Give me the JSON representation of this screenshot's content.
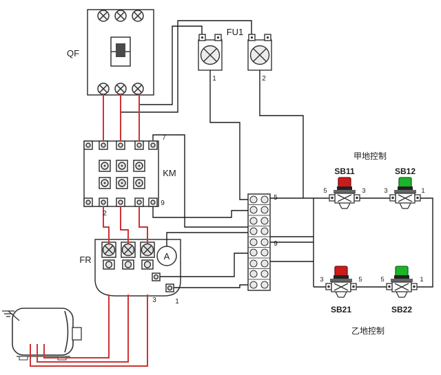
{
  "diagram": {
    "qf_label": "QF",
    "fu1_label": "FU1",
    "fuse1_num": "1",
    "fuse2_num": "2",
    "km_label": "KM",
    "km_num_top": "7",
    "km_num_bottom": "9",
    "km_num_aux": "2",
    "fr_label": "FR",
    "ammeter_label": "A",
    "fr_num_3": "3",
    "fr_num_1": "1",
    "block_num_top": "5",
    "block_num_mid": "9",
    "site_a_label": "甲地控制",
    "site_b_label": "乙地控制"
  },
  "buttons": [
    {
      "label": "SB11",
      "color": "#cc1a1a",
      "num_left": "5",
      "num_right": "3"
    },
    {
      "label": "SB12",
      "color": "#1db32a",
      "num_left": "3",
      "num_right": "1"
    },
    {
      "label": "SB21",
      "color": "#cc1a1a",
      "num_left": "3",
      "num_right": "5"
    },
    {
      "label": "SB22",
      "color": "#1db32a",
      "num_left": "5",
      "num_right": "1"
    }
  ],
  "colors": {
    "power_wire": "#cc3333",
    "control_wire": "#1a1a1a",
    "label_blue": "#1515bb"
  }
}
